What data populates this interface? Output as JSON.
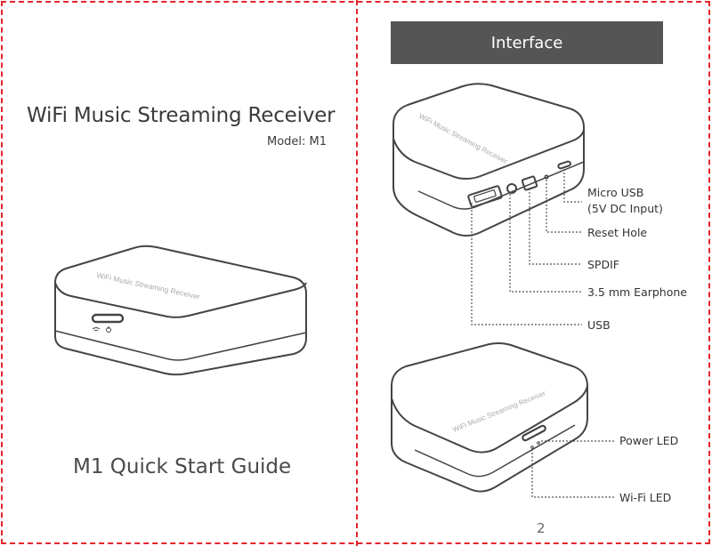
{
  "cover": {
    "title": "WiFi Music Streaming Receiver",
    "model": "Model: M1",
    "guide_title": "M1 Quick Start Guide",
    "device_print": "WiFi Music Streaming Receiver"
  },
  "interface": {
    "header": "Interface",
    "device_print": "WiFi Music Streaming Receiver",
    "ports": {
      "micro_usb_line1": "Micro USB",
      "micro_usb_line2": "(5V DC Input)",
      "reset": "Reset Hole",
      "spdif": "SPDIF",
      "earphone": "3.5 mm Earphone",
      "usb": "USB"
    },
    "leds": {
      "power": "Power LED",
      "wifi": "Wi-Fi LED"
    },
    "page_number": "2"
  },
  "colors": {
    "border": "#e2262a",
    "header_bg": "#555555",
    "line": "#444444"
  },
  "icons": [
    "wifi-icon",
    "power-icon"
  ]
}
